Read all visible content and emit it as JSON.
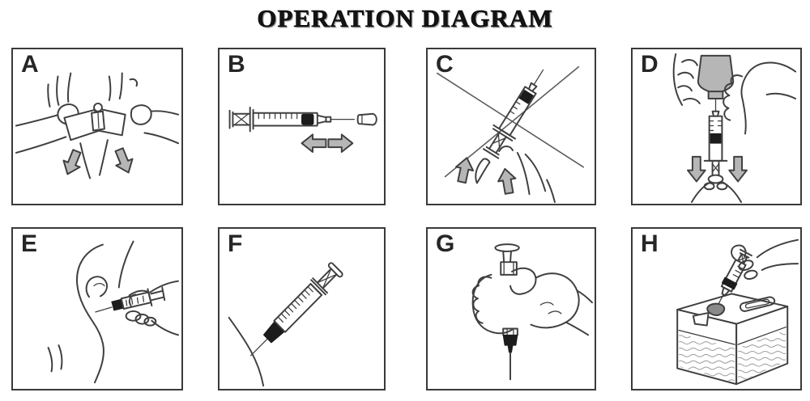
{
  "title": "OPERATION DIAGRAM",
  "panels": [
    {
      "label": "A",
      "illustration": "open-package-illustration"
    },
    {
      "label": "B",
      "illustration": "remove-needle-cap-illustration"
    },
    {
      "label": "C",
      "illustration": "prohibited-plunger-push-illustration"
    },
    {
      "label": "D",
      "illustration": "draw-from-vial-illustration"
    },
    {
      "label": "E",
      "illustration": "inject-into-arm-illustration"
    },
    {
      "label": "F",
      "illustration": "needle-insertion-angle-illustration"
    },
    {
      "label": "G",
      "illustration": "push-plunger-illustration"
    },
    {
      "label": "H",
      "illustration": "sharps-disposal-illustration"
    }
  ],
  "colors": {
    "line": "#3f3f3f",
    "panel_border": "#3a3a3a",
    "arrow_fill": "#b6b6b6",
    "stopper_black": "#1c1c1c",
    "vial_gray": "#b8b8b8",
    "background": "#ffffff",
    "title": "#141414"
  }
}
